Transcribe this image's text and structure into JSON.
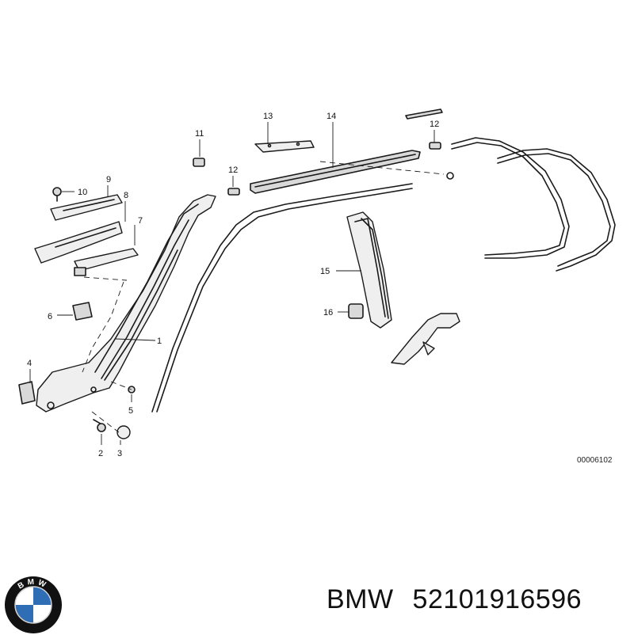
{
  "diagram": {
    "callouts": [
      {
        "id": "c1",
        "text": "1"
      },
      {
        "id": "c2",
        "text": "2"
      },
      {
        "id": "c3",
        "text": "3"
      },
      {
        "id": "c4",
        "text": "4"
      },
      {
        "id": "c5",
        "text": "5"
      },
      {
        "id": "c6",
        "text": "6"
      },
      {
        "id": "c7",
        "text": "7"
      },
      {
        "id": "c8",
        "text": "8"
      },
      {
        "id": "c9",
        "text": "9"
      },
      {
        "id": "c10",
        "text": "10"
      },
      {
        "id": "c11",
        "text": "11"
      },
      {
        "id": "c12a",
        "text": "12"
      },
      {
        "id": "c12b",
        "text": "12"
      },
      {
        "id": "c13",
        "text": "13"
      },
      {
        "id": "c14",
        "text": "14"
      },
      {
        "id": "c15",
        "text": "15"
      },
      {
        "id": "c16",
        "text": "16"
      }
    ],
    "reference_number": "00006102"
  },
  "caption": {
    "brand": "BMW",
    "part_number": "52101916596"
  },
  "logo": {
    "letters": "BMW",
    "colors": {
      "blue": "#2f6db5",
      "white": "#ffffff",
      "black": "#111111"
    }
  }
}
